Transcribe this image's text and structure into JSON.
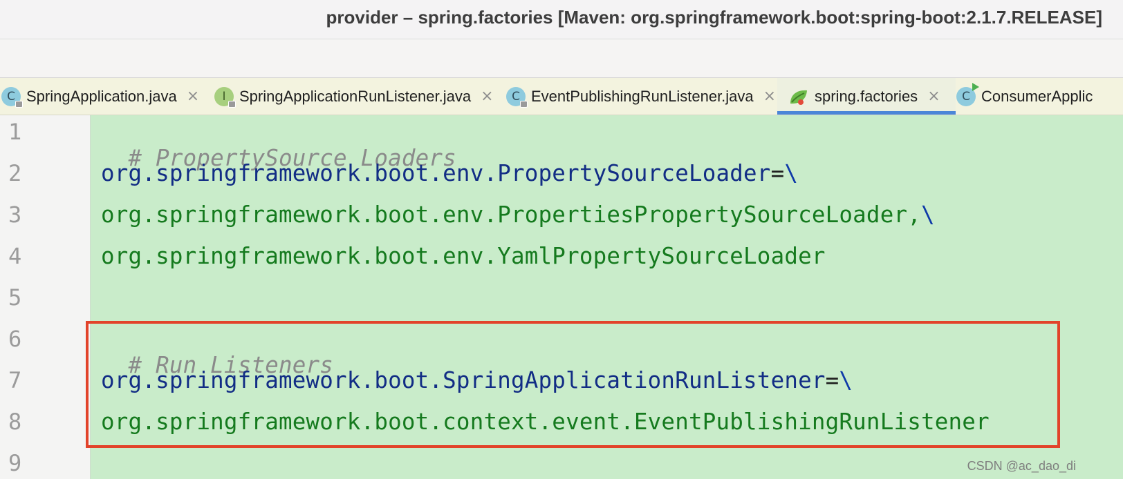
{
  "window": {
    "title": "provider – spring.factories [Maven: org.springframework.boot:spring-boot:2.1.7.RELEASE]"
  },
  "tabs": [
    {
      "label": "SpringApplication.java",
      "icon": "class-icon",
      "active": false,
      "close": "×"
    },
    {
      "label": "SpringApplicationRunListener.java",
      "icon": "interface-icon",
      "active": false,
      "close": "×"
    },
    {
      "label": "EventPublishingRunListener.java",
      "icon": "class-icon",
      "active": false,
      "close": "×"
    },
    {
      "label": "spring.factories",
      "icon": "spring-leaf-icon",
      "active": true,
      "close": "×"
    },
    {
      "label": "ConsumerApplic",
      "icon": "run-class-icon",
      "active": false
    }
  ],
  "editor": {
    "lines": [
      {
        "number": "1",
        "comment": "# PropertySource Loaders"
      },
      {
        "number": "2",
        "key": "org.springframework.boot.env.PropertySourceLoader",
        "op": "=",
        "esc": "\\"
      },
      {
        "number": "3",
        "value": "org.springframework.boot.env.PropertiesPropertySourceLoader,",
        "esc": "\\"
      },
      {
        "number": "4",
        "value": "org.springframework.boot.env.YamlPropertySourceLoader"
      },
      {
        "number": "5"
      },
      {
        "number": "6",
        "comment": "# Run Listeners"
      },
      {
        "number": "7",
        "key": "org.springframework.boot.SpringApplicationRunListener",
        "op": "=",
        "esc": "\\"
      },
      {
        "number": "8",
        "value": "org.springframework.boot.context.event.EventPublishingRunListener"
      },
      {
        "number": "9"
      }
    ]
  },
  "colors": {
    "highlight_box": "#e2432a",
    "editor_background": "#c9ecca",
    "active_tab_underline": "#4b86d8"
  },
  "watermark": "CSDN @ac_dao_di"
}
